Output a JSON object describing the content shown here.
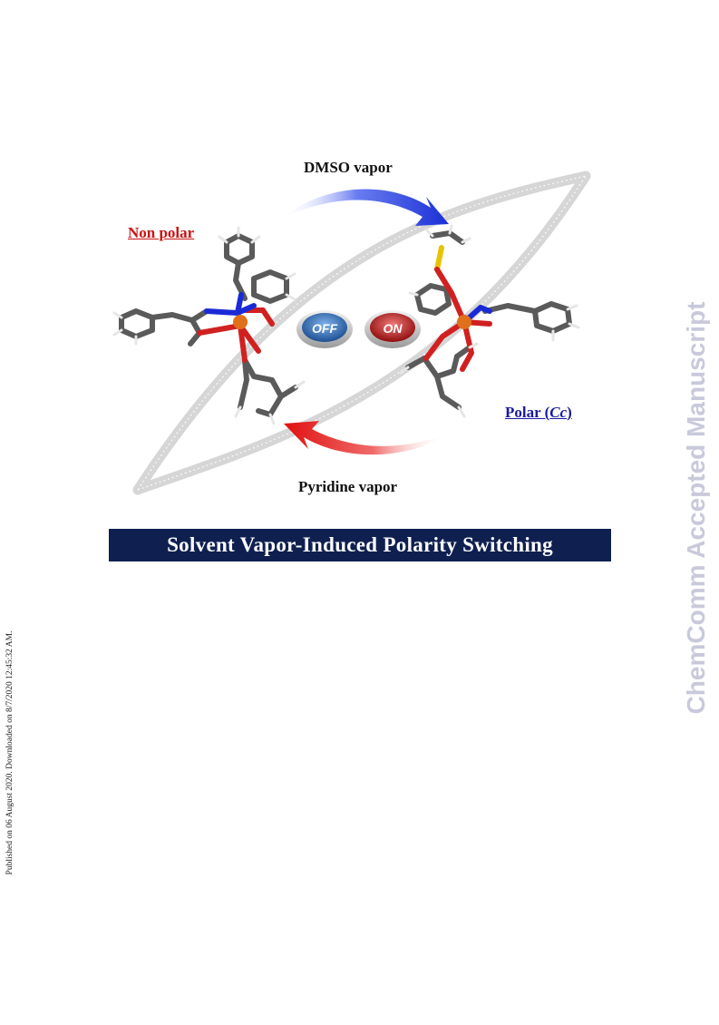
{
  "side_note": "Published on 06 August 2020. Downloaded on 8/7/2020 12:45:32 AM.",
  "watermark": "ChemComm Accepted Manuscript",
  "figure": {
    "top_arrow_label": "DMSO vapor",
    "bottom_arrow_label": "Pyridine vapor",
    "left_state_label": "Non polar",
    "right_state_label_prefix": "Polar (",
    "right_state_label_italic": "Cc",
    "right_state_label_suffix": ")",
    "off_button": "OFF",
    "on_button": "ON",
    "banner": "Solvent Vapor-Induced Polarity Switching",
    "colors": {
      "banner_bg": "#0f2050",
      "arrow_top": "#1a2fd6",
      "arrow_bottom": "#e01010",
      "non_polar_label": "#cc1111",
      "polar_label": "#1a1aa0",
      "off_button": "#2f6fb8",
      "on_button": "#c41818"
    }
  }
}
